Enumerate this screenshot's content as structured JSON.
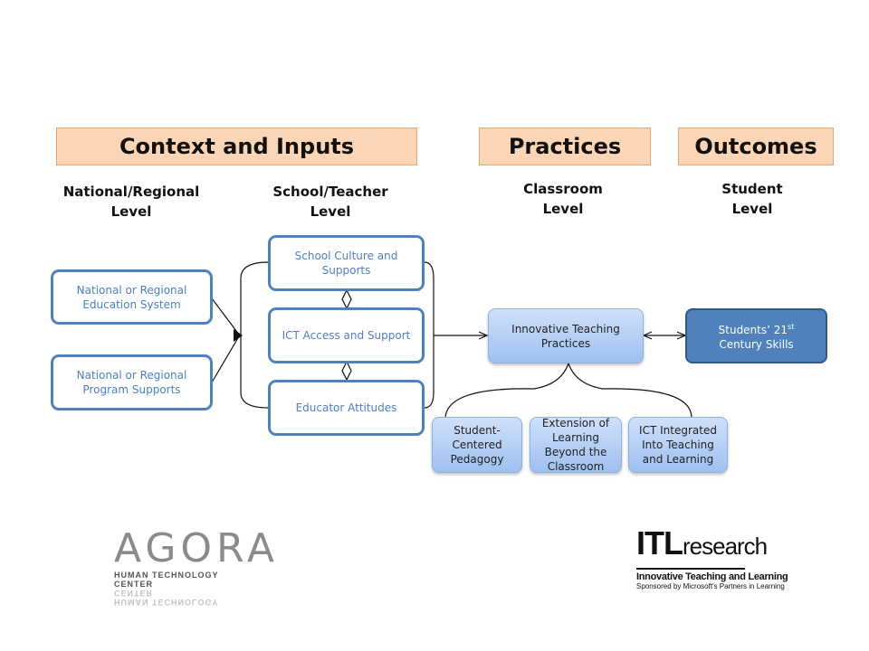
{
  "headers": {
    "context": "Context and Inputs",
    "practices": "Practices",
    "outcomes": "Outcomes"
  },
  "levels": {
    "national": [
      "National/Regional",
      "Level"
    ],
    "school": [
      "School/Teacher",
      "Level"
    ],
    "classroom": [
      "Classroom",
      "Level"
    ],
    "student": [
      "Student",
      "Level"
    ]
  },
  "boxes": {
    "national_system": "National or Regional Education System",
    "national_program": "National or Regional Program Supports",
    "school_culture": "School Culture and Supports",
    "ict_access": "ICT Access and Support",
    "educator_attitudes": "Educator Attitudes",
    "innovative_practices": "Innovative Teaching Practices",
    "students_skills_prefix": "Students’ 21",
    "students_skills_sup": "st",
    "students_skills_suffix": "Century Skills",
    "student_centered": "Student-Centered Pedagogy",
    "extension": "Extension of Learning Beyond the Classroom",
    "ict_integrated": "ICT Integrated Into Teaching and Learning"
  },
  "logos": {
    "agora_word": "AGORA",
    "agora_sub": "HUMAN TECHNOLOGY CENTER",
    "itl_big": "ITL",
    "itl_rest": "research",
    "itl_tagline": "Innovative Teaching and Learning",
    "itl_sponsor": "Sponsored by Microsoft's Partners in Learning"
  },
  "colors": {
    "header_fill": "#fbd5b5",
    "box_border": "#4f81bd",
    "box_text": "#4f81bd",
    "dark_box": "#4f81bd"
  }
}
